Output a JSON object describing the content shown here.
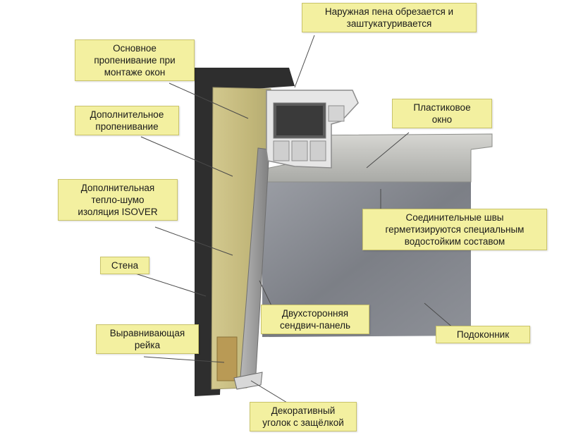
{
  "callouts": {
    "outer_foam": "Наружная пена обрезается и\nзаштукатуривается",
    "main_foam": "Основное\nпропенивание при\nмонтаже окон",
    "extra_foam": "Дополнительное\nпропенивание",
    "insulation": "Дополнительная\nтепло-шумо\nизоляция ISOVER",
    "wall": "Стена",
    "leveling_strip": "Выравнивающая\nрейка",
    "plastic_window": "Пластиковое\nокно",
    "joint_seams": "Соединительные швы\nгерметизируются специальным\nводостойким составом",
    "sandwich_panel": "Двухсторонняя\nсендвич-панель",
    "window_sill": "Подоконник",
    "decorative_corner": "Декоративный\nуголок с защёлкой"
  },
  "colors": {
    "callout_bg": "#f3f0a0",
    "wall": "#2e2e2e",
    "insulation": "#c8be86",
    "panel": "#9a9a9a",
    "sill": "#8a8d94"
  }
}
